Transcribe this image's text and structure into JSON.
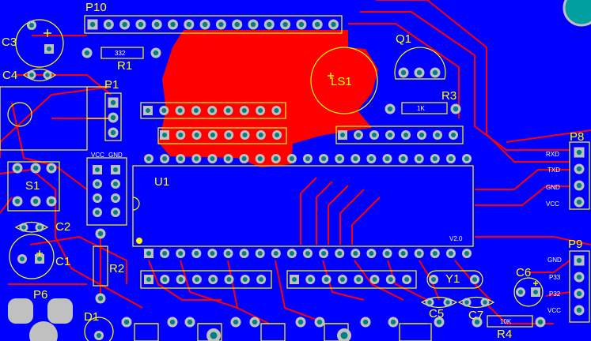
{
  "board": {
    "colors": {
      "background": "#0000ff",
      "top_copper": "#ff0000",
      "silkscreen": "#ffff00",
      "pad": "#c0c0c0",
      "drill": "#008080"
    },
    "designators": {
      "p10": "P10",
      "c3": "C3",
      "r1": "R1",
      "c4": "C4",
      "q1": "Q1",
      "ls1": "LS1",
      "p1": "P1",
      "r3": "R3",
      "s1": "S1",
      "u1": "U1",
      "p8": "P8",
      "c2": "C2",
      "r2": "R2",
      "c1": "C1",
      "p6": "P6",
      "p9": "P9",
      "c6": "C6",
      "y1": "Y1",
      "c5": "C5",
      "c7": "C7",
      "d1": "D1",
      "r4": "R4"
    },
    "pin_labels": {
      "p1_vcc": "VCC",
      "p1_gnd": "GND",
      "p8_rxd": "RXD",
      "p8_txd": "TXD",
      "p8_gnd": "GND",
      "p8_vcc": "VCC",
      "p9_gnd": "GND",
      "p9_p33": "P33",
      "p9_p32": "P32",
      "p9_vcc": "VCC"
    },
    "values": {
      "r1": "332",
      "r3": "1K",
      "r4": "10K",
      "u1_version": "V2.0"
    }
  }
}
